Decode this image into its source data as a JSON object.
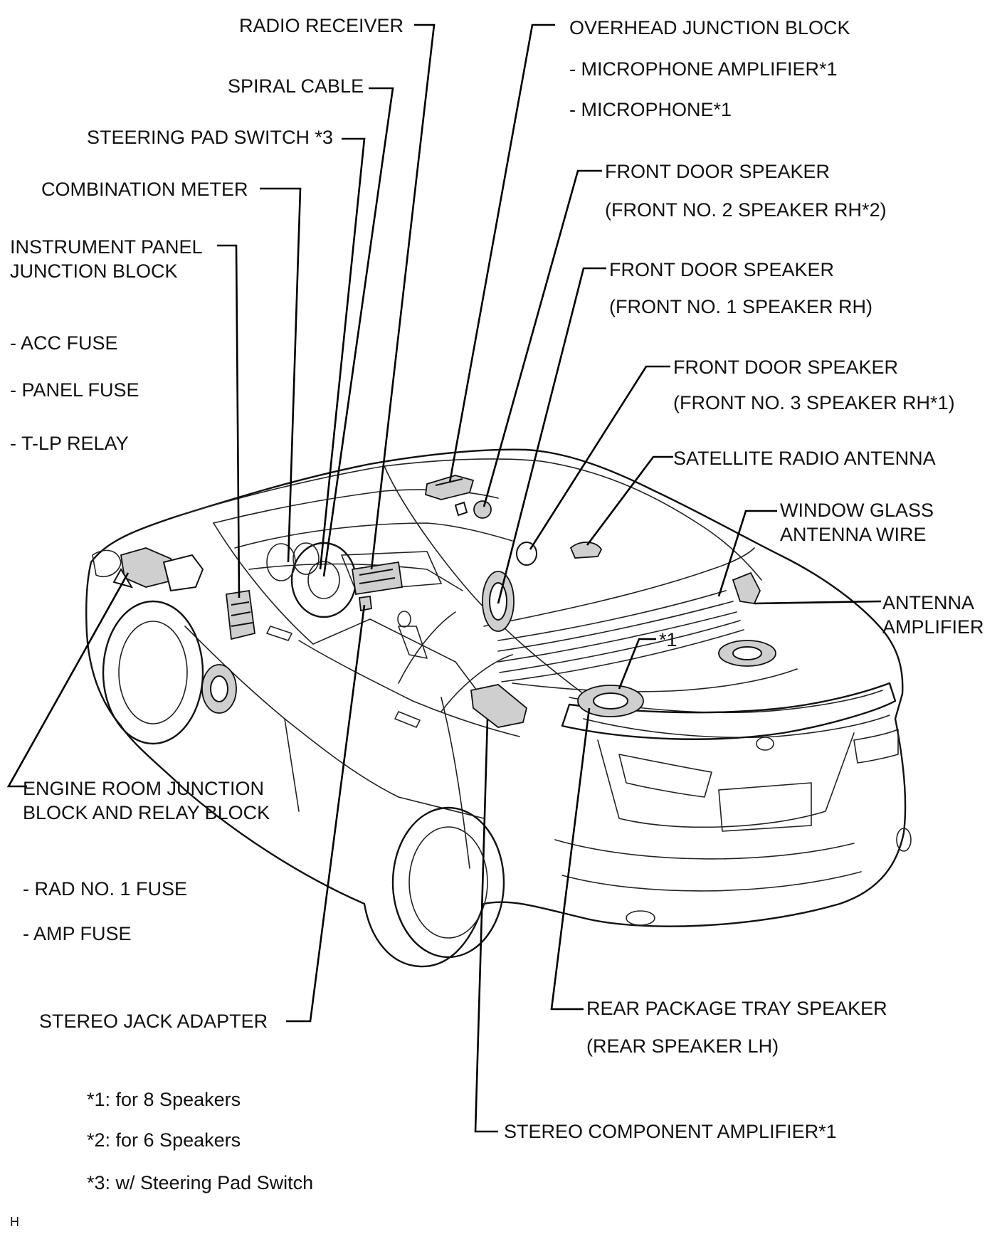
{
  "labels": {
    "radio_receiver": "RADIO RECEIVER",
    "spiral_cable": "SPIRAL CABLE",
    "steering_pad_switch": "STEERING PAD SWITCH *3",
    "combination_meter": "COMBINATION METER",
    "instrument_panel_jb_1": "INSTRUMENT PANEL",
    "instrument_panel_jb_2": "JUNCTION BLOCK",
    "acc_fuse": "- ACC FUSE",
    "panel_fuse": "- PANEL FUSE",
    "tlp_relay": "- T-LP RELAY",
    "engine_room_jb_1": "ENGINE ROOM JUNCTION",
    "engine_room_jb_2": "BLOCK AND RELAY BLOCK",
    "rad_no1_fuse": "- RAD NO. 1 FUSE",
    "amp_fuse": "- AMP FUSE",
    "stereo_jack_adapter": "STEREO JACK ADAPTER",
    "overhead_jb": "OVERHEAD JUNCTION BLOCK",
    "microphone_amp": "- MICROPHONE AMPLIFIER*1",
    "microphone": "- MICROPHONE*1",
    "front_door_speaker_a": "FRONT DOOR SPEAKER",
    "front_no2_rh": "(FRONT NO. 2 SPEAKER RH*2)",
    "front_door_speaker_b": "FRONT DOOR SPEAKER",
    "front_no1_rh": "(FRONT NO. 1 SPEAKER RH)",
    "front_door_speaker_c": "FRONT DOOR SPEAKER",
    "front_no3_rh": "(FRONT NO. 3 SPEAKER RH*1)",
    "satellite_radio_antenna": "SATELLITE RADIO ANTENNA",
    "window_glass_antenna_1": "WINDOW GLASS",
    "window_glass_antenna_2": "ANTENNA WIRE",
    "antenna_amp_1": "ANTENNA",
    "antenna_amp_2": "AMPLIFIER",
    "asterisk_1": "*1",
    "rear_package_tray_speaker": "REAR PACKAGE TRAY SPEAKER",
    "rear_speaker_lh": "(REAR SPEAKER LH)",
    "stereo_component_amp": "STEREO COMPONENT AMPLIFIER*1"
  },
  "notes": {
    "n1": "*1: for 8 Speakers",
    "n2": "*2: for 6 Speakers",
    "n3": "*3: w/ Steering Pad Switch"
  },
  "corner_mark": "H"
}
